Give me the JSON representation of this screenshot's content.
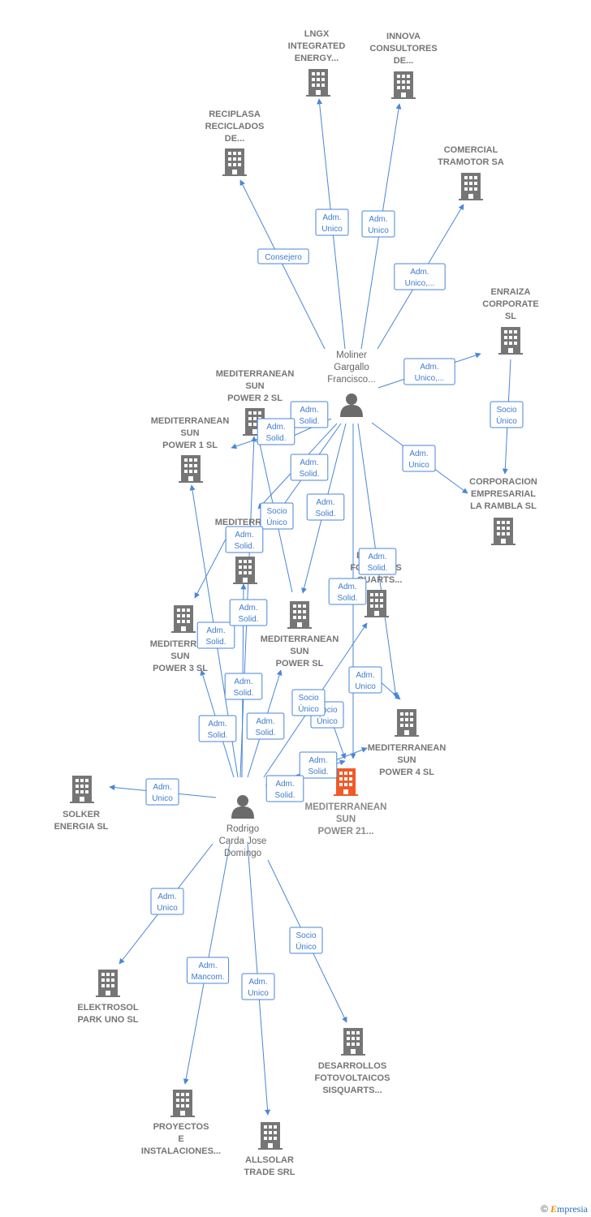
{
  "colors": {
    "edge": "#4a86d6",
    "company": "#767676",
    "focus_company": "#f05a28",
    "person": "#6b6b6b"
  },
  "nodes": [
    {
      "id": "lngx",
      "type": "company",
      "label": [
        "LNGX",
        "INTEGRATED",
        "ENERGY..."
      ]
    },
    {
      "id": "innova",
      "type": "company",
      "label": [
        "INNOVA",
        "CONSULTORES",
        "DE..."
      ]
    },
    {
      "id": "reciplasa",
      "type": "company",
      "label": [
        "RECIPLASA",
        "RECICLADOS",
        "DE..."
      ]
    },
    {
      "id": "comercial",
      "type": "company",
      "label": [
        "COMERCIAL",
        "TRAMOTOR SA"
      ]
    },
    {
      "id": "enraiza",
      "type": "company",
      "label": [
        "ENRAIZA",
        "CORPORATE",
        "SL"
      ]
    },
    {
      "id": "moliner",
      "type": "person",
      "label": [
        "Moliner",
        "Gargallo",
        "Francisco..."
      ]
    },
    {
      "id": "ms2",
      "type": "company",
      "label": [
        "MEDITERRANEAN",
        "SUN",
        "POWER 2  SL"
      ]
    },
    {
      "id": "ms1",
      "type": "company",
      "label": [
        "MEDITERRANEAN",
        "SUN",
        "POWER 1  SL"
      ]
    },
    {
      "id": "corporacion",
      "type": "company",
      "label": [
        "CORPORACION",
        "EMPRESARIAL",
        "LA RAMBLA SL"
      ]
    },
    {
      "id": "msmid",
      "type": "company",
      "label": [
        "MEDITERR...",
        "PO...  SL"
      ]
    },
    {
      "id": "desarrollos_top",
      "type": "company",
      "label": [
        "DES...OS",
        "FOTO...COS",
        "...QUARTS..."
      ]
    },
    {
      "id": "ms3",
      "type": "company",
      "label": [
        "MEDITERRA...",
        "SUN",
        "POWER 3  SL"
      ]
    },
    {
      "id": "mssun",
      "type": "company",
      "label": [
        "MEDITERRANEAN",
        "SUN",
        "POWER  SL"
      ]
    },
    {
      "id": "ms4",
      "type": "company",
      "label": [
        "MEDITERRANEAN",
        "SUN",
        "POWER 4  SL"
      ]
    },
    {
      "id": "ms21",
      "type": "company",
      "focus": true,
      "label": [
        "MEDITERRANEAN",
        "SUN",
        "POWER 21..."
      ]
    },
    {
      "id": "solker",
      "type": "company",
      "label": [
        "SOLKER",
        "ENERGIA SL"
      ]
    },
    {
      "id": "rodrigo",
      "type": "person",
      "label": [
        "Rodrigo",
        "Carda Jose",
        "Domingo"
      ]
    },
    {
      "id": "elektrosol",
      "type": "company",
      "label": [
        "ELEKTROSOL",
        "PARK UNO  SL"
      ]
    },
    {
      "id": "desarrollos",
      "type": "company",
      "label": [
        "DESARROLLOS",
        "FOTOVOLTAICOS",
        "SISQUARTS..."
      ]
    },
    {
      "id": "proyectos",
      "type": "company",
      "label": [
        "PROYECTOS",
        "E",
        "INSTALACIONES..."
      ]
    },
    {
      "id": "allsolar",
      "type": "company",
      "label": [
        "ALLSOLAR",
        "TRADE SRL"
      ]
    }
  ],
  "edges": [
    {
      "label": [
        "Adm.",
        "Unico"
      ]
    },
    {
      "label": [
        "Adm.",
        "Unico"
      ]
    },
    {
      "label": [
        "Consejero"
      ]
    },
    {
      "label": [
        "Adm.",
        "Unico,..."
      ]
    },
    {
      "label": [
        "Adm.",
        "Unico,..."
      ]
    },
    {
      "label": [
        "Socio",
        "Único"
      ]
    },
    {
      "label": [
        "Adm.",
        "Unico"
      ]
    },
    {
      "label": [
        "Adm.",
        "Solid."
      ]
    },
    {
      "label": [
        "Adm.",
        "Solid."
      ]
    },
    {
      "label": [
        "Adm.",
        "Solid."
      ]
    },
    {
      "label": [
        "Socio",
        "Único"
      ]
    },
    {
      "label": [
        "Adm.",
        "Solid."
      ]
    },
    {
      "label": [
        "Adm.",
        "Solid."
      ]
    },
    {
      "label": [
        "Adm.",
        "Solid."
      ]
    },
    {
      "label": [
        "Socio",
        "Único"
      ]
    },
    {
      "label": [
        "Adm.",
        "Solid."
      ]
    },
    {
      "label": [
        "Adm.",
        "Solid."
      ]
    },
    {
      "label": [
        "Adm.",
        "Solid."
      ]
    },
    {
      "label": [
        "Adm.",
        "Solid."
      ]
    },
    {
      "label": [
        "Adm.",
        "Solid."
      ]
    },
    {
      "label": [
        "Adm.",
        "Unico"
      ]
    },
    {
      "label": [
        "Socio",
        "Único"
      ]
    },
    {
      "label": [
        "Socio",
        "Único"
      ]
    },
    {
      "label": [
        "Adm.",
        "Solid."
      ]
    },
    {
      "label": [
        "Adm.",
        "Solid."
      ]
    },
    {
      "label": [
        "Adm.",
        "Solid."
      ]
    },
    {
      "label": [
        "Adm.",
        "Unico"
      ]
    },
    {
      "label": [
        "Adm.",
        "Unico"
      ]
    },
    {
      "label": [
        "Adm.",
        "Mancom."
      ]
    },
    {
      "label": [
        "Adm.",
        "Unico"
      ]
    },
    {
      "label": [
        "Socio",
        "Único"
      ]
    }
  ],
  "footer": {
    "copyright": "©",
    "brand_initial": "E",
    "brand_rest": "mpresia"
  }
}
